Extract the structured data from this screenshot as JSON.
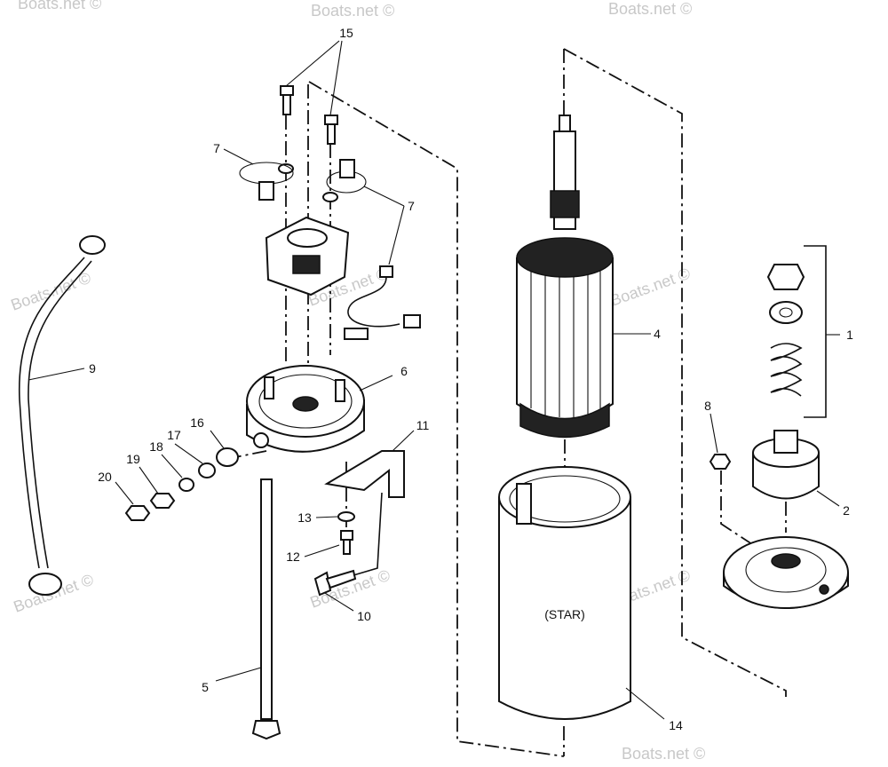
{
  "watermarks": [
    "Boats.net ©",
    "Boats.net ©",
    "Boats.net ©",
    "Boats.net ©",
    "Boats.net ©",
    "Boats.net ©",
    "Boats.net ©",
    "Boats.net ©",
    "Boats.net ©",
    "Boats.net ©"
  ],
  "callouts": [
    "15",
    "7",
    "7",
    "4",
    "1",
    "6",
    "9",
    "16",
    "17",
    "18",
    "19",
    "20",
    "11",
    "8",
    "2",
    "13",
    "12",
    "10",
    "5",
    "14"
  ],
  "housing_label": "(STAR)"
}
